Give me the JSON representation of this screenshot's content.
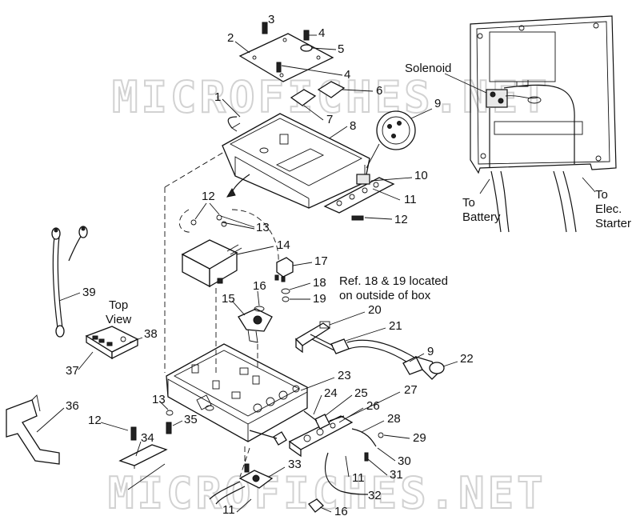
{
  "watermark": "MICROFICHES.NET",
  "annotations": {
    "solenoid": "Solenoid",
    "to_battery_1": "To",
    "to_battery_2": "Battery",
    "to_starter_1": "To",
    "to_starter_2": "Elec.",
    "to_starter_3": "Starter",
    "top_view_1": "Top",
    "top_view_2": "View",
    "ref_note_1": "Ref. 18 & 19 located",
    "ref_note_2": "on outside of box"
  },
  "callouts": {
    "c1": "1",
    "c2": "2",
    "c3": "3",
    "c4a": "4",
    "c4b": "4",
    "c5": "5",
    "c6": "6",
    "c7": "7",
    "c8": "8",
    "c9a": "9",
    "c9b": "9",
    "c10": "10",
    "c11a": "11",
    "c11b": "11",
    "c11c": "11",
    "c12a": "12",
    "c12b": "12",
    "c12c": "12",
    "c13a": "13",
    "c13b": "13",
    "c14": "14",
    "c15": "15",
    "c16a": "16",
    "c16b": "16",
    "c17": "17",
    "c18": "18",
    "c19": "19",
    "c20": "20",
    "c21": "21",
    "c22": "22",
    "c23": "23",
    "c24": "24",
    "c25": "25",
    "c26": "26",
    "c27": "27",
    "c28": "28",
    "c29": "29",
    "c30": "30",
    "c31": "31",
    "c32": "32",
    "c33": "33",
    "c34": "34",
    "c35": "35",
    "c36": "36",
    "c37": "37",
    "c38": "38",
    "c39": "39"
  }
}
